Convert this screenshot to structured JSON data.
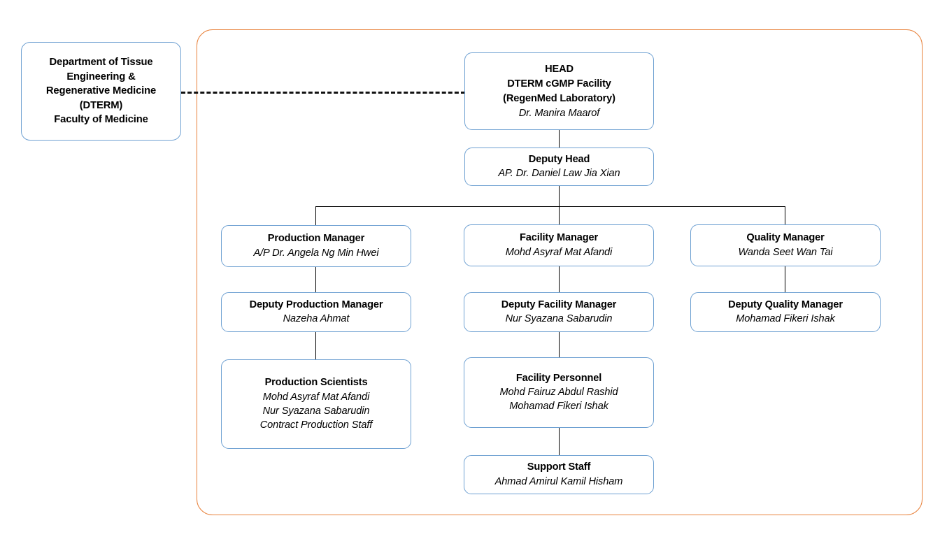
{
  "diagram": {
    "kind": "organisational-chart",
    "colors": {
      "node_border": "#6fa1d2",
      "boundary_border": "#e8823c",
      "connector": "#000000",
      "background": "#ffffff",
      "text": "#000000"
    },
    "department": {
      "name": "department-box",
      "title": "Department of Tissue\nEngineering &\nRegenerative Medicine\n(DTERM)\nFaculty of Medicine"
    },
    "nodes": {
      "head": {
        "title": "HEAD\nDTERM cGMP Facility\n(RegenMed Laboratory)",
        "person": "Dr. Manira Maarof"
      },
      "deputy_head": {
        "title": "Deputy Head",
        "person": "AP. Dr. Daniel Law Jia Xian"
      },
      "production_manager": {
        "title": "Production Manager",
        "person": "A/P Dr. Angela Ng Min Hwei"
      },
      "deputy_production_manager": {
        "title": "Deputy Production Manager",
        "person": "Nazeha Ahmat"
      },
      "production_scientists": {
        "title": "Production Scientists",
        "person": "Mohd Asyraf Mat Afandi",
        "person2": "Nur Syazana Sabarudin",
        "person3": "Contract Production Staff"
      },
      "facility_manager": {
        "title": "Facility Manager",
        "person": "Mohd Asyraf Mat Afandi"
      },
      "deputy_facility_manager": {
        "title": "Deputy Facility Manager",
        "person": "Nur Syazana Sabarudin"
      },
      "facility_personnel": {
        "title": "Facility Personnel",
        "person": "Mohd Fairuz Abdul Rashid",
        "person2": "Mohamad Fikeri Ishak"
      },
      "support_staff": {
        "title": "Support Staff",
        "person": "Ahmad Amirul Kamil Hisham"
      },
      "quality_manager": {
        "title": "Quality Manager",
        "person": "Wanda Seet Wan Tai"
      },
      "deputy_quality_manager": {
        "title": "Deputy Quality Manager",
        "person": "Mohamad Fikeri Ishak"
      }
    }
  }
}
